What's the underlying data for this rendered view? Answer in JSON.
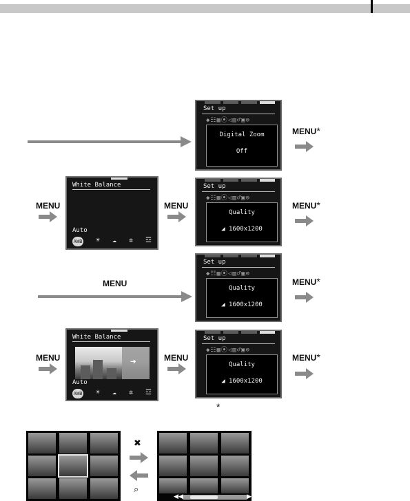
{
  "setup_screens": [
    {
      "title": "Set up",
      "icons": "◆☷▦⦿◁▥♂▣⊜",
      "line1": "Digital Zoom",
      "line2": "Off"
    },
    {
      "title": "Set up",
      "icons": "◆☷▦⦿◁▥♂▣⊜",
      "line1": "Quality",
      "line2": "◢ 1600x1200"
    },
    {
      "title": "Set up",
      "icons": "◆☷▦⦿◁▥♂▣⊜",
      "line1": "Quality",
      "line2": "◢ 1600x1200"
    },
    {
      "title": "Set up",
      "icons": "◆☷▦⦿◁▥♂▣⊜",
      "line1": "Quality",
      "line2": "◢ 1600x1200"
    }
  ],
  "wb_screens": [
    {
      "title": "White Balance",
      "mode": "Auto",
      "selected_icon": "AWB",
      "icons": [
        "☀",
        "☁",
        "✲",
        "☲"
      ]
    },
    {
      "title": "White Balance",
      "mode": "Auto",
      "selected_icon": "AWB",
      "icons": [
        "☀",
        "☁",
        "✲",
        "☲"
      ]
    }
  ],
  "labels": {
    "menu": "MENU",
    "asterisk": "*",
    "footnote_asterisk": "*"
  },
  "zoom": {
    "index_icon": "index-icon",
    "magnify_icon": "magnify-icon"
  }
}
